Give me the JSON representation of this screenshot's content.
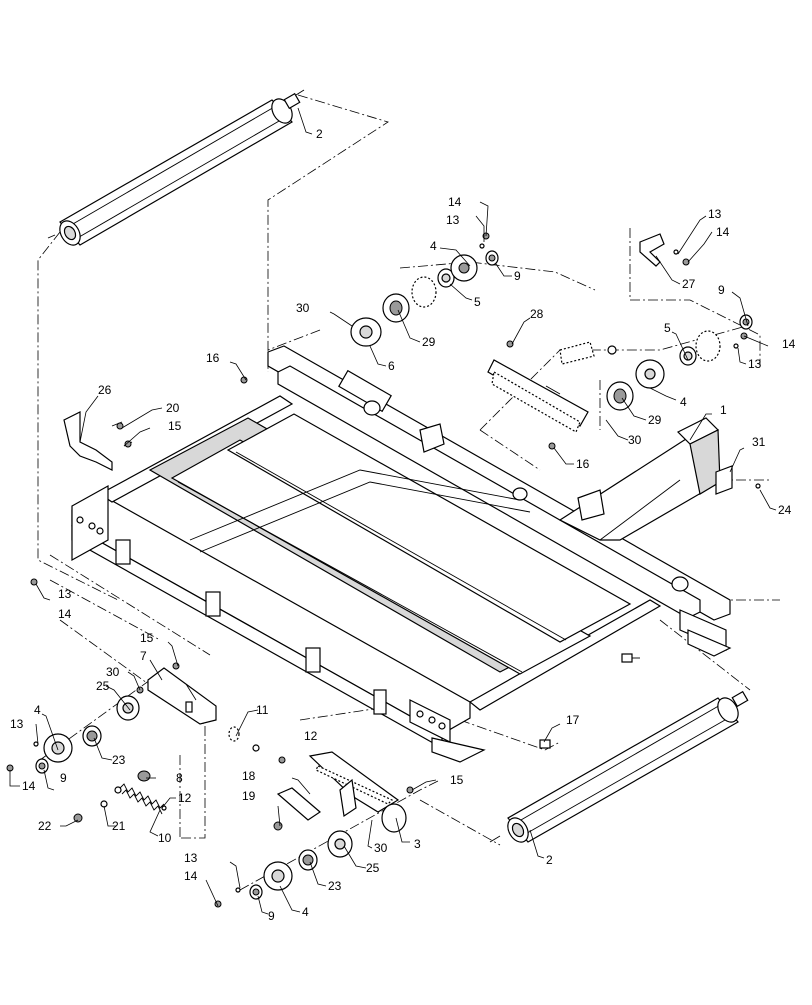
{
  "callouts": {
    "c1": "1",
    "c2a": "2",
    "c2b": "2",
    "c3": "3",
    "c4a": "4",
    "c4b": "4",
    "c4c": "4",
    "c4d": "4",
    "c5a": "5",
    "c5b": "5",
    "c6": "6",
    "c7": "7",
    "c8": "8",
    "c9a": "9",
    "c9b": "9",
    "c9c": "9",
    "c9d": "9",
    "c10": "10",
    "c11": "11",
    "c12a": "12",
    "c12b": "12",
    "c13a": "13",
    "c13b": "13",
    "c13c": "13",
    "c13d": "13",
    "c13e": "13",
    "c13f": "13",
    "c14a": "14",
    "c14b": "14",
    "c14c": "14",
    "c14d": "14",
    "c14e": "14",
    "c14f": "14",
    "c15a": "15",
    "c15b": "15",
    "c15c": "15",
    "c16a": "16",
    "c16b": "16",
    "c17": "17",
    "c18": "18",
    "c19": "19",
    "c20": "20",
    "c21": "21",
    "c22": "22",
    "c23a": "23",
    "c23b": "23",
    "c24": "24",
    "c25a": "25",
    "c25b": "25",
    "c26": "26",
    "c27": "27",
    "c28": "28",
    "c29a": "29",
    "c29b": "29",
    "c30a": "30",
    "c30b": "30",
    "c30c": "30",
    "c30d": "30",
    "c31": "31"
  }
}
